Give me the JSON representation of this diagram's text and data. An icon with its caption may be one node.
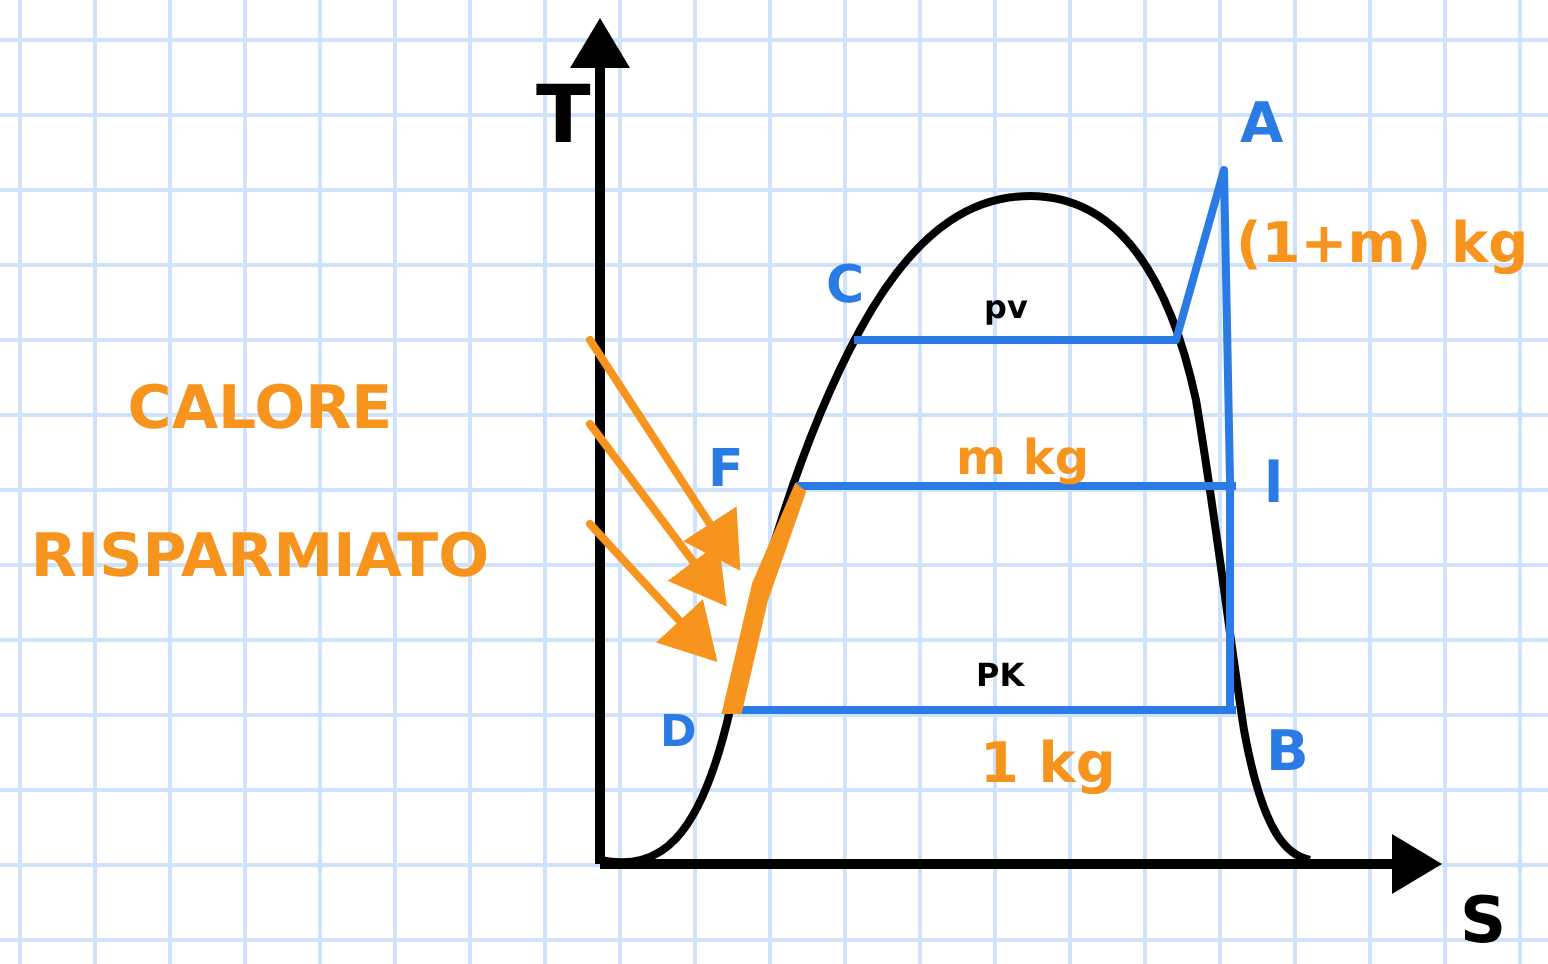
{
  "diagram": {
    "nodes": [
      {
        "text": [
          "CALORE RISPARMIATO"
        ]
      },
      {
        "text": [],
        "shape": "bar"
      }
    ],
    "edges": [
      {
        "from": 0,
        "to": 1,
        "arrow": "to"
      },
      {
        "from": 0,
        "to": 1,
        "arrow": "to"
      },
      {
        "from": 0,
        "to": 1,
        "arrow": "to"
      }
    ],
    "labels": [
      "T",
      "A",
      "(1+m) kg",
      "C",
      "pv",
      "F",
      "m kg",
      "l",
      "PK",
      "D",
      "B",
      "1 kg",
      "S"
    ]
  }
}
